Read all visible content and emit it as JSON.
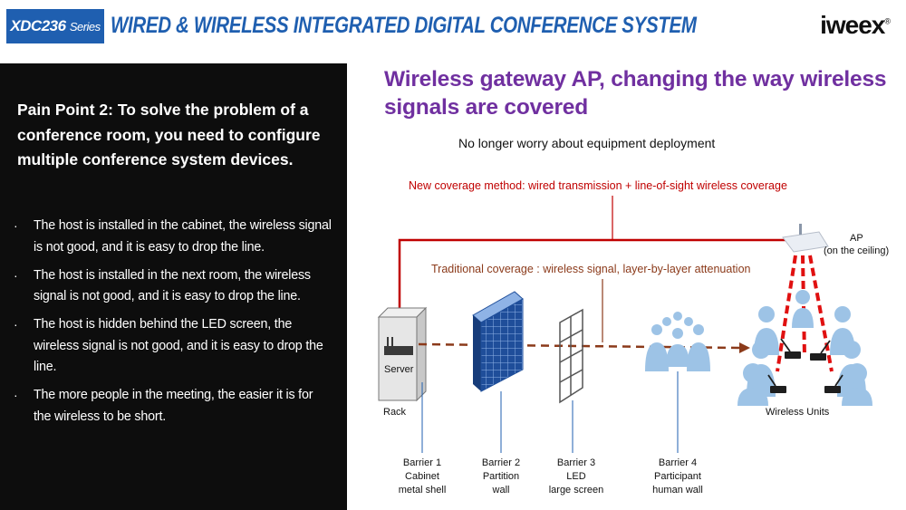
{
  "header": {
    "series_name": "XDC236",
    "series_suffix": "Series",
    "title": "WIRED & WIRELESS INTEGRATED DIGITAL CONFERENCE SYSTEM",
    "brand": "iweex",
    "brand_mark": "®"
  },
  "left_panel": {
    "pain_title": "Pain Point 2: To solve the problem of a conference room, you need to configure multiple conference system devices.",
    "bullets": [
      "The host is installed in the cabinet, the wireless signal is not good, and it is easy to drop the line.",
      "The host is installed in the next room, the wireless signal is not good, and it is easy to drop the line.",
      "The host is hidden behind the LED screen, the wireless signal is not good, and it is easy to drop the line.",
      "The more people in the meeting, the easier it is for the wireless to be short."
    ]
  },
  "main": {
    "title": "Wireless gateway AP, changing the way wireless signals are covered",
    "subtitle": "No longer worry about equipment deployment"
  },
  "diagram": {
    "new_coverage": "New coverage method: wired transmission + line-of-sight wireless coverage",
    "traditional_coverage": "Traditional coverage : wireless signal, layer-by-layer attenuation",
    "ap_label": "AP",
    "ap_sublabel": "(on the ceiling)",
    "server_label": "Server",
    "rack_label": "Rack",
    "wireless_units_label": "Wireless Units",
    "barriers": [
      {
        "line1": "Barrier 1",
        "line2": "Cabinet",
        "line3": "metal shell"
      },
      {
        "line1": "Barrier 2",
        "line2": "Partition",
        "line3": "wall"
      },
      {
        "line1": "Barrier 3",
        "line2": "LED",
        "line3": "large screen"
      },
      {
        "line1": "Barrier 4",
        "line2": "Participant",
        "line3": "human wall"
      }
    ]
  },
  "colors": {
    "brand_blue": "#1f5fb0",
    "title_purple": "#7030a0",
    "wired_red": "#c00000",
    "traditional_brown": "#8b3a1a",
    "person_blue": "#9dc3e6"
  }
}
